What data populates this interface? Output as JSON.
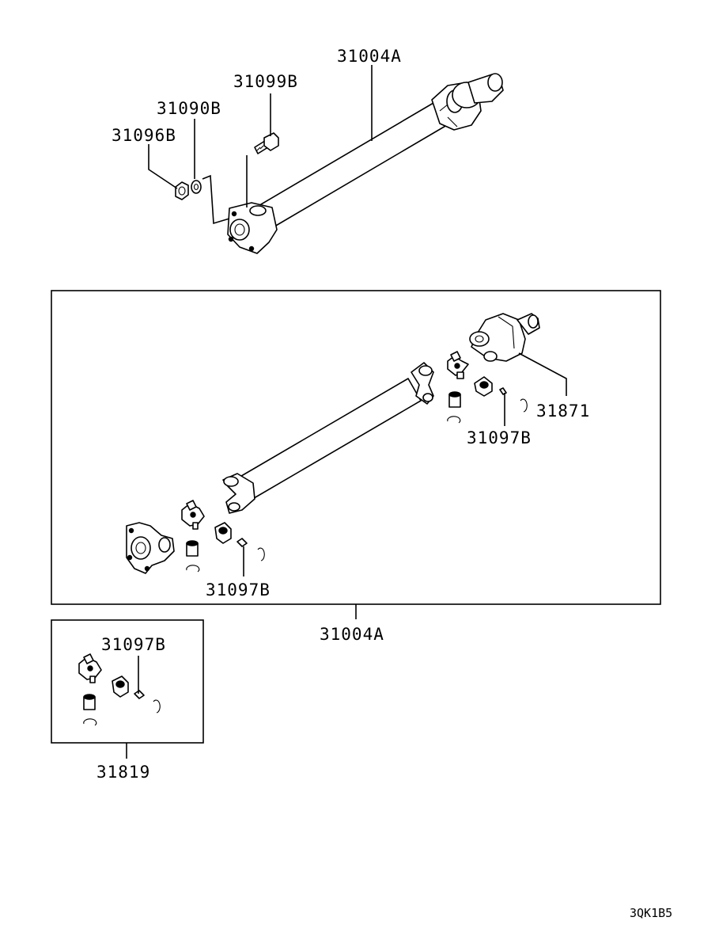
{
  "diagram": {
    "callouts": {
      "shaft_top": "31004A",
      "bolt": "31099B",
      "washer": "31090B",
      "nut": "31096B",
      "kit_top": "31097B",
      "yoke": "31871",
      "kit_mid": "31097B",
      "shaft_bottom": "31004A",
      "kit_box": "31097B",
      "spider_set": "31819"
    },
    "figure_code": "3QK1B5"
  }
}
